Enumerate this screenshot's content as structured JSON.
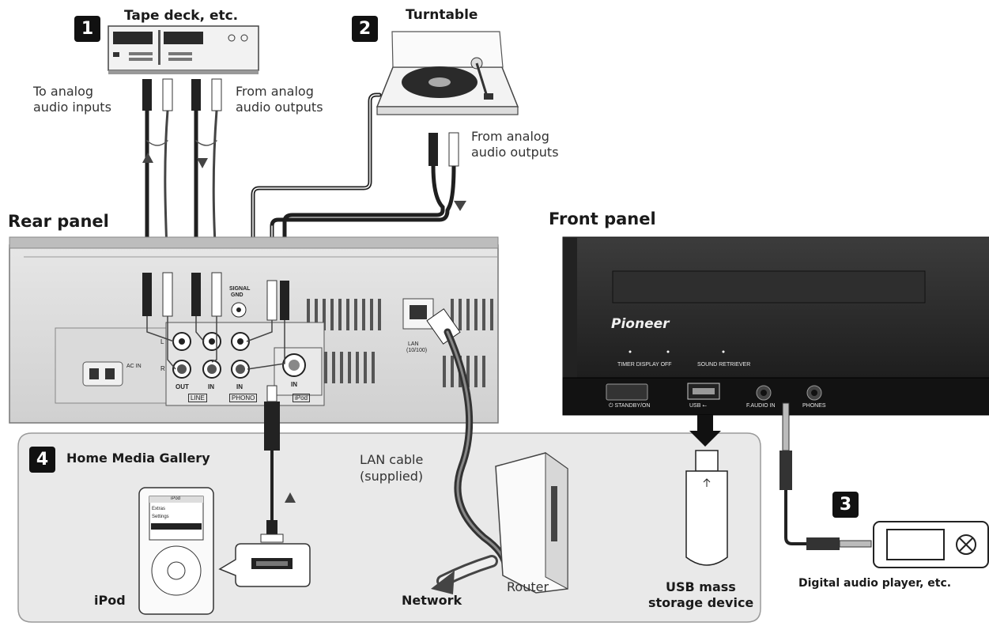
{
  "badges": {
    "b1": "1",
    "b2": "2",
    "b3": "3",
    "b4": "4"
  },
  "labels": {
    "tape_deck": "Tape deck, etc.",
    "turntable": "Turntable",
    "to_analog_1": "To analog",
    "to_analog_2": "audio inputs",
    "from_analog_1": "From analog",
    "from_analog_2": "audio outputs",
    "tt_from_1": "From analog",
    "tt_from_2": "audio outputs",
    "rear_panel": "Rear panel",
    "front_panel": "Front panel",
    "home_media_gallery": "Home Media Gallery",
    "lan_cable_1": "LAN cable",
    "lan_cable_2": "(supplied)",
    "ipod": "iPod",
    "network": "Network",
    "router": "Router",
    "usb_1": "USB mass",
    "usb_2": "storage device",
    "dap": "Digital audio player, etc."
  },
  "rear_panel": {
    "signal_gnd_1": "SIGNAL",
    "signal_gnd_2": "GND",
    "ac_in": "AC IN",
    "l": "L",
    "r": "R",
    "out": "OUT",
    "in_line": "IN",
    "in_phono": "IN",
    "in_ipod": "IN",
    "line": "LINE",
    "phono": "PHONO",
    "ipod": "iPod",
    "lan_1": "LAN",
    "lan_2": "(10/100)"
  },
  "front_panel": {
    "brand": "Pioneer",
    "timer": "TIMER DISPLAY OFF",
    "sound": "SOUND RETRIEVER",
    "standby": "⏻ STANDBY/ON",
    "usb": "USB ⭠",
    "audio_in": "F.AUDIO IN",
    "phones": "PHONES"
  },
  "ipod_screen": {
    "title": "iPod",
    "items": [
      "Extras",
      "Settings"
    ]
  },
  "icons": [
    "arrow-up-icon",
    "arrow-down-icon",
    "usb-insert-arrow-icon",
    "network-arrow-icon"
  ]
}
